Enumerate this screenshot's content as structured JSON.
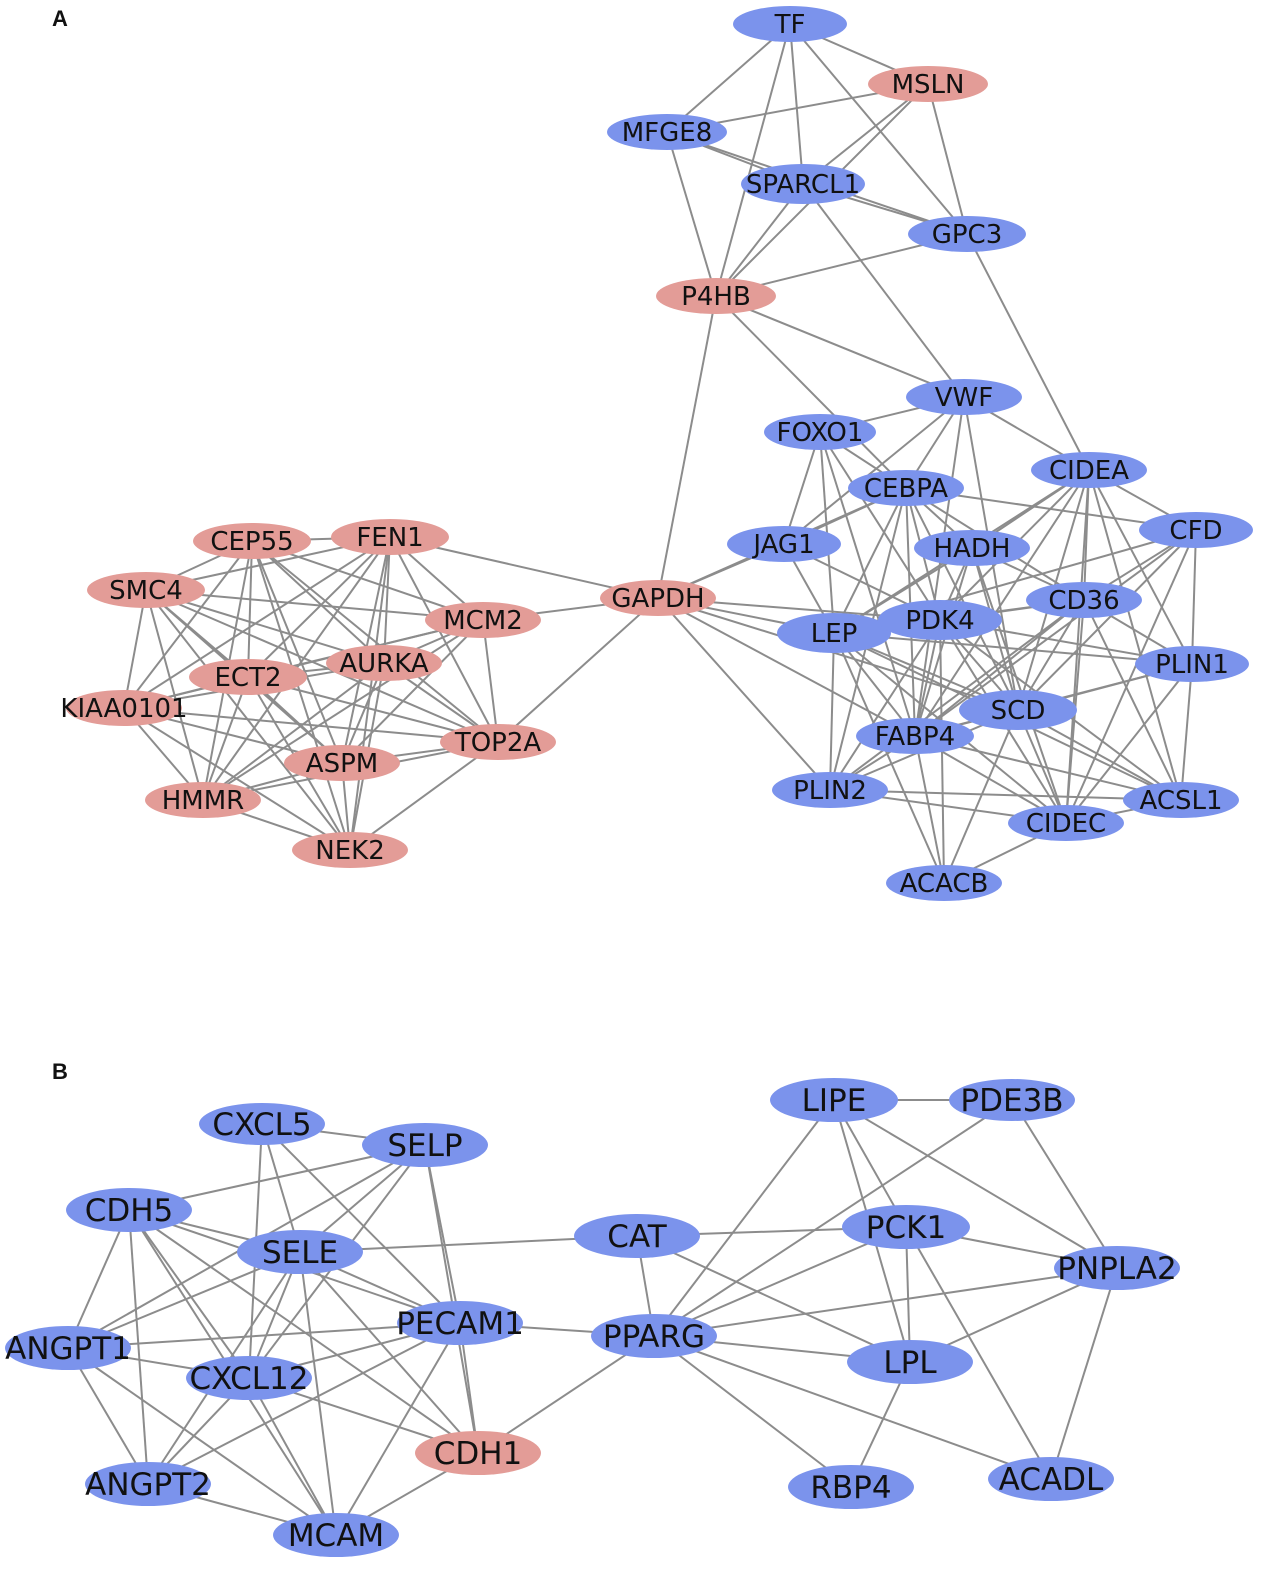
{
  "colors": {
    "down": "#7b93ec",
    "up": "#e39c97",
    "edge": "#8c8c8c"
  },
  "panels": [
    {
      "label": "A",
      "nodes": [
        {
          "id": "TF",
          "group": "down"
        },
        {
          "id": "MSLN",
          "group": "up"
        },
        {
          "id": "MFGE8",
          "group": "down"
        },
        {
          "id": "SPARCL1",
          "group": "down"
        },
        {
          "id": "GPC3",
          "group": "down"
        },
        {
          "id": "P4HB",
          "group": "up"
        },
        {
          "id": "VWF",
          "group": "down"
        },
        {
          "id": "FOXO1",
          "group": "down"
        },
        {
          "id": "CIDEA",
          "group": "down"
        },
        {
          "id": "CEBPA",
          "group": "down"
        },
        {
          "id": "CFD",
          "group": "down"
        },
        {
          "id": "JAG1",
          "group": "down"
        },
        {
          "id": "HADH",
          "group": "down"
        },
        {
          "id": "CD36",
          "group": "down"
        },
        {
          "id": "LEP",
          "group": "down"
        },
        {
          "id": "PDK4",
          "group": "down"
        },
        {
          "id": "PLIN1",
          "group": "down"
        },
        {
          "id": "SCD",
          "group": "down"
        },
        {
          "id": "FABP4",
          "group": "down"
        },
        {
          "id": "PLIN2",
          "group": "down"
        },
        {
          "id": "ACSL1",
          "group": "down"
        },
        {
          "id": "CIDEC",
          "group": "down"
        },
        {
          "id": "ACACB",
          "group": "down"
        },
        {
          "id": "GAPDH",
          "group": "up"
        },
        {
          "id": "CEP55",
          "group": "up"
        },
        {
          "id": "FEN1",
          "group": "up"
        },
        {
          "id": "SMC4",
          "group": "up"
        },
        {
          "id": "MCM2",
          "group": "up"
        },
        {
          "id": "ECT2",
          "group": "up"
        },
        {
          "id": "AURKA",
          "group": "up"
        },
        {
          "id": "KIAA0101",
          "group": "up"
        },
        {
          "id": "TOP2A",
          "group": "up"
        },
        {
          "id": "ASPM",
          "group": "up"
        },
        {
          "id": "HMMR",
          "group": "up"
        },
        {
          "id": "NEK2",
          "group": "up"
        }
      ],
      "edges": [
        [
          "TF",
          "MSLN"
        ],
        [
          "TF",
          "MFGE8"
        ],
        [
          "TF",
          "SPARCL1"
        ],
        [
          "TF",
          "GPC3"
        ],
        [
          "TF",
          "P4HB"
        ],
        [
          "MSLN",
          "SPARCL1"
        ],
        [
          "MSLN",
          "GPC3"
        ],
        [
          "MSLN",
          "P4HB"
        ],
        [
          "MFGE8",
          "SPARCL1"
        ],
        [
          "MFGE8",
          "GPC3"
        ],
        [
          "MFGE8",
          "P4HB"
        ],
        [
          "MFGE8",
          "MSLN"
        ],
        [
          "SPARCL1",
          "GPC3"
        ],
        [
          "SPARCL1",
          "P4HB"
        ],
        [
          "SPARCL1",
          "VWF"
        ],
        [
          "GPC3",
          "P4HB"
        ],
        [
          "GPC3",
          "CIDEA"
        ],
        [
          "P4HB",
          "GAPDH"
        ],
        [
          "P4HB",
          "VWF"
        ],
        [
          "P4HB",
          "CEBPA"
        ],
        [
          "VWF",
          "FOXO1"
        ],
        [
          "VWF",
          "CEBPA"
        ],
        [
          "VWF",
          "CIDEA"
        ],
        [
          "VWF",
          "FABP4"
        ],
        [
          "VWF",
          "JAG1"
        ],
        [
          "VWF",
          "SCD"
        ],
        [
          "FOXO1",
          "LEP"
        ],
        [
          "FOXO1",
          "CEBPA"
        ],
        [
          "FOXO1",
          "FABP4"
        ],
        [
          "FOXO1",
          "JAG1"
        ],
        [
          "FOXO1",
          "PDK4"
        ],
        [
          "CEBPA",
          "CFD"
        ],
        [
          "CEBPA",
          "LEP"
        ],
        [
          "CEBPA",
          "PDK4"
        ],
        [
          "CEBPA",
          "HADH"
        ],
        [
          "CEBPA",
          "FABP4"
        ],
        [
          "CEBPA",
          "SCD"
        ],
        [
          "CEBPA",
          "PLIN2"
        ],
        [
          "CEBPA",
          "JAG1"
        ],
        [
          "CEBPA",
          "GAPDH"
        ],
        [
          "CEBPA",
          "CD36"
        ],
        [
          "CIDEA",
          "CFD"
        ],
        [
          "CIDEA",
          "CD36"
        ],
        [
          "CIDEA",
          "PDK4"
        ],
        [
          "CIDEA",
          "HADH"
        ],
        [
          "CIDEA",
          "FABP4"
        ],
        [
          "CIDEA",
          "PLIN1"
        ],
        [
          "CIDEA",
          "ACSL1"
        ],
        [
          "CIDEA",
          "CIDEC"
        ],
        [
          "CIDEA",
          "SCD"
        ],
        [
          "CIDEA",
          "LEP"
        ],
        [
          "CFD",
          "LEP"
        ],
        [
          "CFD",
          "PLIN1"
        ],
        [
          "CFD",
          "CIDEC"
        ],
        [
          "CFD",
          "FABP4"
        ],
        [
          "CFD",
          "SCD"
        ],
        [
          "CFD",
          "CD36"
        ],
        [
          "JAG1",
          "GAPDH"
        ],
        [
          "JAG1",
          "LEP"
        ],
        [
          "JAG1",
          "PDK4"
        ],
        [
          "HADH",
          "CD36"
        ],
        [
          "HADH",
          "PDK4"
        ],
        [
          "HADH",
          "FABP4"
        ],
        [
          "HADH",
          "SCD"
        ],
        [
          "HADH",
          "LEP"
        ],
        [
          "HADH",
          "CIDEC"
        ],
        [
          "CD36",
          "LEP"
        ],
        [
          "CD36",
          "PDK4"
        ],
        [
          "CD36",
          "FABP4"
        ],
        [
          "CD36",
          "SCD"
        ],
        [
          "CD36",
          "PLIN1"
        ],
        [
          "CD36",
          "ACSL1"
        ],
        [
          "CD36",
          "CIDEC"
        ],
        [
          "CD36",
          "PLIN2"
        ],
        [
          "LEP",
          "GAPDH"
        ],
        [
          "LEP",
          "PDK4"
        ],
        [
          "LEP",
          "FABP4"
        ],
        [
          "LEP",
          "SCD"
        ],
        [
          "LEP",
          "PLIN1"
        ],
        [
          "LEP",
          "PLIN2"
        ],
        [
          "LEP",
          "ACSL1"
        ],
        [
          "LEP",
          "CIDEC"
        ],
        [
          "LEP",
          "ACACB"
        ],
        [
          "PDK4",
          "FABP4"
        ],
        [
          "PDK4",
          "SCD"
        ],
        [
          "PDK4",
          "PLIN2"
        ],
        [
          "PDK4",
          "CIDEC"
        ],
        [
          "PDK4",
          "ACSL1"
        ],
        [
          "PDK4",
          "ACACB"
        ],
        [
          "PDK4",
          "PLIN1"
        ],
        [
          "PLIN1",
          "SCD"
        ],
        [
          "PLIN1",
          "FABP4"
        ],
        [
          "PLIN1",
          "ACSL1"
        ],
        [
          "PLIN1",
          "CIDEC"
        ],
        [
          "SCD",
          "FABP4"
        ],
        [
          "SCD",
          "PLIN2"
        ],
        [
          "SCD",
          "ACSL1"
        ],
        [
          "SCD",
          "CIDEC"
        ],
        [
          "SCD",
          "ACACB"
        ],
        [
          "FABP4",
          "PLIN2"
        ],
        [
          "FABP4",
          "ACSL1"
        ],
        [
          "FABP4",
          "CIDEC"
        ],
        [
          "FABP4",
          "ACACB"
        ],
        [
          "FABP4",
          "GAPDH"
        ],
        [
          "PLIN2",
          "CIDEC"
        ],
        [
          "PLIN2",
          "ACSL1"
        ],
        [
          "CIDEC",
          "ACSL1"
        ],
        [
          "CIDEC",
          "ACACB"
        ],
        [
          "GAPDH",
          "MCM2"
        ],
        [
          "GAPDH",
          "TOP2A"
        ],
        [
          "GAPDH",
          "FEN1"
        ],
        [
          "GAPDH",
          "PLIN2"
        ],
        [
          "GAPDH",
          "PDK4"
        ],
        [
          "GAPDH",
          "SCD"
        ],
        [
          "CEP55",
          "FEN1"
        ],
        [
          "CEP55",
          "SMC4"
        ],
        [
          "CEP55",
          "MCM2"
        ],
        [
          "CEP55",
          "ECT2"
        ],
        [
          "CEP55",
          "AURKA"
        ],
        [
          "CEP55",
          "KIAA0101"
        ],
        [
          "CEP55",
          "TOP2A"
        ],
        [
          "CEP55",
          "ASPM"
        ],
        [
          "CEP55",
          "HMMR"
        ],
        [
          "CEP55",
          "NEK2"
        ],
        [
          "FEN1",
          "SMC4"
        ],
        [
          "FEN1",
          "MCM2"
        ],
        [
          "FEN1",
          "ECT2"
        ],
        [
          "FEN1",
          "AURKA"
        ],
        [
          "FEN1",
          "KIAA0101"
        ],
        [
          "FEN1",
          "TOP2A"
        ],
        [
          "FEN1",
          "ASPM"
        ],
        [
          "FEN1",
          "HMMR"
        ],
        [
          "FEN1",
          "NEK2"
        ],
        [
          "SMC4",
          "MCM2"
        ],
        [
          "SMC4",
          "ECT2"
        ],
        [
          "SMC4",
          "AURKA"
        ],
        [
          "SMC4",
          "KIAA0101"
        ],
        [
          "SMC4",
          "TOP2A"
        ],
        [
          "SMC4",
          "ASPM"
        ],
        [
          "SMC4",
          "HMMR"
        ],
        [
          "SMC4",
          "NEK2"
        ],
        [
          "MCM2",
          "ECT2"
        ],
        [
          "MCM2",
          "AURKA"
        ],
        [
          "MCM2",
          "KIAA0101"
        ],
        [
          "MCM2",
          "TOP2A"
        ],
        [
          "MCM2",
          "ASPM"
        ],
        [
          "MCM2",
          "HMMR"
        ],
        [
          "ECT2",
          "AURKA"
        ],
        [
          "ECT2",
          "KIAA0101"
        ],
        [
          "ECT2",
          "TOP2A"
        ],
        [
          "ECT2",
          "ASPM"
        ],
        [
          "ECT2",
          "HMMR"
        ],
        [
          "ECT2",
          "NEK2"
        ],
        [
          "AURKA",
          "KIAA0101"
        ],
        [
          "AURKA",
          "TOP2A"
        ],
        [
          "AURKA",
          "ASPM"
        ],
        [
          "AURKA",
          "HMMR"
        ],
        [
          "AURKA",
          "NEK2"
        ],
        [
          "KIAA0101",
          "TOP2A"
        ],
        [
          "KIAA0101",
          "ASPM"
        ],
        [
          "KIAA0101",
          "HMMR"
        ],
        [
          "KIAA0101",
          "NEK2"
        ],
        [
          "TOP2A",
          "ASPM"
        ],
        [
          "TOP2A",
          "HMMR"
        ],
        [
          "TOP2A",
          "NEK2"
        ],
        [
          "ASPM",
          "HMMR"
        ],
        [
          "ASPM",
          "NEK2"
        ],
        [
          "HMMR",
          "NEK2"
        ]
      ]
    },
    {
      "label": "B",
      "nodes": [
        {
          "id": "LIPE",
          "group": "down"
        },
        {
          "id": "PDE3B",
          "group": "down"
        },
        {
          "id": "CXCL5",
          "group": "down"
        },
        {
          "id": "SELP",
          "group": "down"
        },
        {
          "id": "CDH5",
          "group": "down"
        },
        {
          "id": "CAT",
          "group": "down"
        },
        {
          "id": "PCK1",
          "group": "down"
        },
        {
          "id": "SELE",
          "group": "down"
        },
        {
          "id": "PNPLA2",
          "group": "down"
        },
        {
          "id": "PECAM1",
          "group": "down"
        },
        {
          "id": "PPARG",
          "group": "down"
        },
        {
          "id": "ANGPT1",
          "group": "down"
        },
        {
          "id": "LPL",
          "group": "down"
        },
        {
          "id": "CXCL12",
          "group": "down"
        },
        {
          "id": "CDH1",
          "group": "up"
        },
        {
          "id": "ANGPT2",
          "group": "down"
        },
        {
          "id": "RBP4",
          "group": "down"
        },
        {
          "id": "ACADL",
          "group": "down"
        },
        {
          "id": "MCAM",
          "group": "down"
        }
      ],
      "edges": [
        [
          "LIPE",
          "PDE3B"
        ],
        [
          "LIPE",
          "PCK1"
        ],
        [
          "LIPE",
          "PNPLA2"
        ],
        [
          "LIPE",
          "PPARG"
        ],
        [
          "LIPE",
          "LPL"
        ],
        [
          "PDE3B",
          "PNPLA2"
        ],
        [
          "PDE3B",
          "PPARG"
        ],
        [
          "PCK1",
          "PNPLA2"
        ],
        [
          "PCK1",
          "PPARG"
        ],
        [
          "PCK1",
          "LPL"
        ],
        [
          "PCK1",
          "CAT"
        ],
        [
          "PCK1",
          "ACADL"
        ],
        [
          "PNPLA2",
          "PPARG"
        ],
        [
          "PNPLA2",
          "LPL"
        ],
        [
          "PNPLA2",
          "ACADL"
        ],
        [
          "CAT",
          "PPARG"
        ],
        [
          "CAT",
          "SELE"
        ],
        [
          "CAT",
          "LPL"
        ],
        [
          "PPARG",
          "LPL"
        ],
        [
          "PPARG",
          "RBP4"
        ],
        [
          "PPARG",
          "ACADL"
        ],
        [
          "PPARG",
          "PECAM1"
        ],
        [
          "PPARG",
          "CDH1"
        ],
        [
          "LPL",
          "RBP4"
        ],
        [
          "CXCL5",
          "SELP"
        ],
        [
          "CXCL5",
          "SELE"
        ],
        [
          "CXCL5",
          "PECAM1"
        ],
        [
          "CXCL5",
          "CXCL12"
        ],
        [
          "SELP",
          "CDH5"
        ],
        [
          "SELP",
          "SELE"
        ],
        [
          "SELP",
          "PECAM1"
        ],
        [
          "SELP",
          "CXCL12"
        ],
        [
          "SELP",
          "CDH1"
        ],
        [
          "SELP",
          "ANGPT1"
        ],
        [
          "CDH5",
          "SELE"
        ],
        [
          "CDH5",
          "PECAM1"
        ],
        [
          "CDH5",
          "ANGPT1"
        ],
        [
          "CDH5",
          "CXCL12"
        ],
        [
          "CDH5",
          "ANGPT2"
        ],
        [
          "CDH5",
          "MCAM"
        ],
        [
          "CDH5",
          "CDH1"
        ],
        [
          "SELE",
          "PECAM1"
        ],
        [
          "SELE",
          "CXCL12"
        ],
        [
          "SELE",
          "ANGPT1"
        ],
        [
          "SELE",
          "ANGPT2"
        ],
        [
          "SELE",
          "CDH1"
        ],
        [
          "SELE",
          "MCAM"
        ],
        [
          "PECAM1",
          "ANGPT1"
        ],
        [
          "PECAM1",
          "CXCL12"
        ],
        [
          "PECAM1",
          "CDH1"
        ],
        [
          "PECAM1",
          "MCAM"
        ],
        [
          "PECAM1",
          "ANGPT2"
        ],
        [
          "ANGPT1",
          "CXCL12"
        ],
        [
          "ANGPT1",
          "ANGPT2"
        ],
        [
          "ANGPT1",
          "MCAM"
        ],
        [
          "CXCL12",
          "ANGPT2"
        ],
        [
          "CXCL12",
          "MCAM"
        ],
        [
          "CXCL12",
          "CDH1"
        ],
        [
          "ANGPT2",
          "MCAM"
        ],
        [
          "CDH1",
          "MCAM"
        ]
      ]
    }
  ]
}
